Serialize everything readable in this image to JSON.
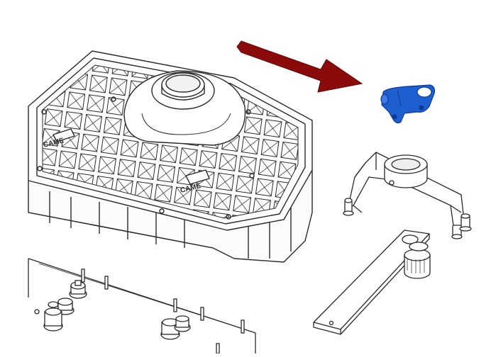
{
  "diagram": {
    "logo_text_1": "CAME",
    "logo_text_2": "CAME",
    "colors": {
      "line": "#2a2a2a",
      "arrow": "#8b0a0a",
      "highlight": "#1e5fd0",
      "highlight_dark": "#0c3a9a",
      "background": "#ffffff"
    },
    "icons": [
      "arrow-pointer",
      "bracket-part-highlighted",
      "gearmotor-housing",
      "support-bracket",
      "lever-arm",
      "anchor-plate"
    ]
  }
}
